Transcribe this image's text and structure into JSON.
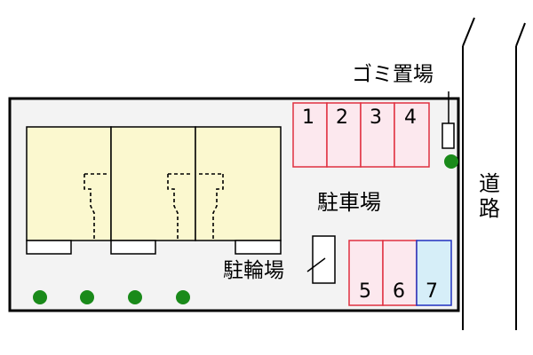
{
  "colors": {
    "lot_fill": "#f3f3f3",
    "building_fill": "#fbf8cf",
    "space_standard_border": "#e03040",
    "space_standard_fill": "#fce8ee",
    "space_special_border": "#2030c0",
    "space_special_fill": "#d6eef8",
    "tree": "#1a8a1a"
  },
  "labels": {
    "garbage": "ゴミ置場",
    "parking": "駐車場",
    "bicycle": "駐輪場",
    "road": "道路"
  },
  "parking_top": [
    "1",
    "2",
    "3",
    "4"
  ],
  "parking_bottom": [
    "5",
    "6",
    "7"
  ],
  "tree_icon": "tree-icon",
  "garbage_icon": "garbage-bin-icon"
}
